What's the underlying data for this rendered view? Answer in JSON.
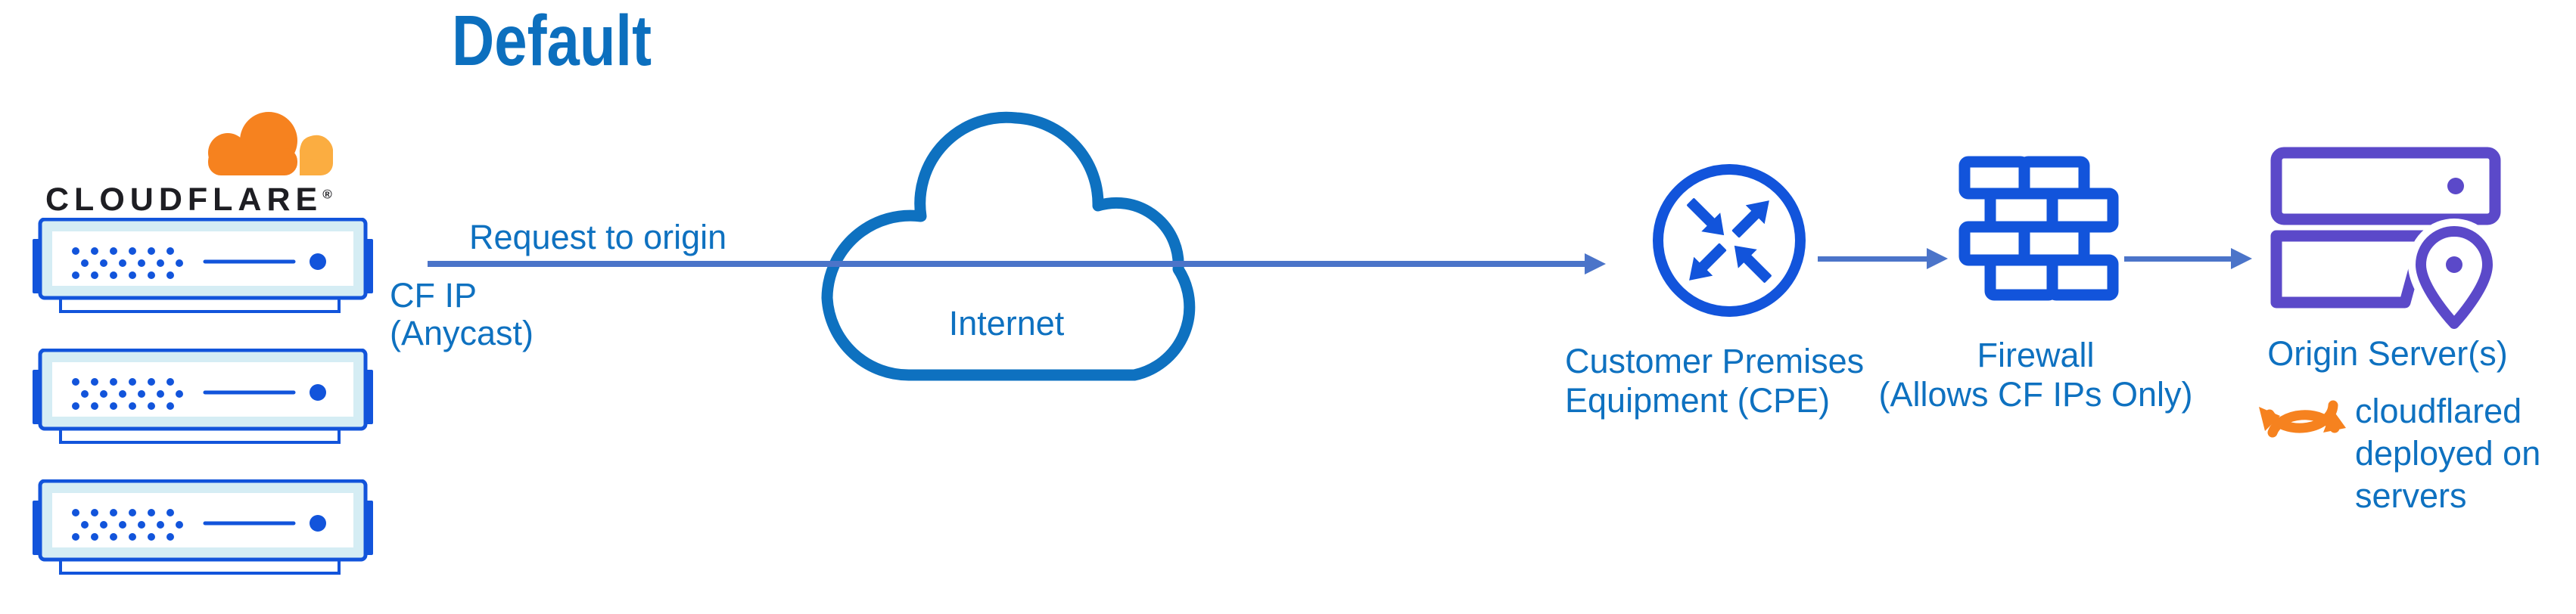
{
  "title": "Default",
  "cloudflare": {
    "wordmark": "CLOUDFLARE",
    "registered_mark": "®",
    "server_count": 3
  },
  "flow": {
    "request_label": "Request to origin",
    "cf_ip_lines": [
      "CF IP",
      "(Anycast)"
    ]
  },
  "internet": {
    "label": "Internet"
  },
  "cpe": {
    "label_lines": [
      "Customer Premises",
      "Equipment (CPE)"
    ]
  },
  "firewall": {
    "label_lines": [
      "Firewall",
      "(Allows CF IPs Only)"
    ]
  },
  "origin": {
    "label": "Origin Server(s)",
    "annotation_lines": [
      "cloudflared",
      "deployed on",
      "servers"
    ]
  },
  "icons": {
    "logo": "cloudflare-cloud-logo-icon",
    "servers": "server-rack-icon",
    "internet": "internet-cloud-icon",
    "cpe": "router-arrows-icon",
    "firewall": "brick-wall-icon",
    "origin": "server-with-location-pin-icon",
    "annotation": "sync-arrows-icon"
  },
  "colors": {
    "title_blue": "#0C6FBE",
    "label_blue": "#0E71C0",
    "icon_blue": "#1254DB",
    "server_fill": "#D5EDF4",
    "arrow_blue": "#4B74C9",
    "cloudflare_orange": "#F6821F",
    "cloudflare_light_orange": "#FBAD41",
    "origin_purple": "#5B49C9",
    "wordmark_dark": "#1E1E23"
  }
}
